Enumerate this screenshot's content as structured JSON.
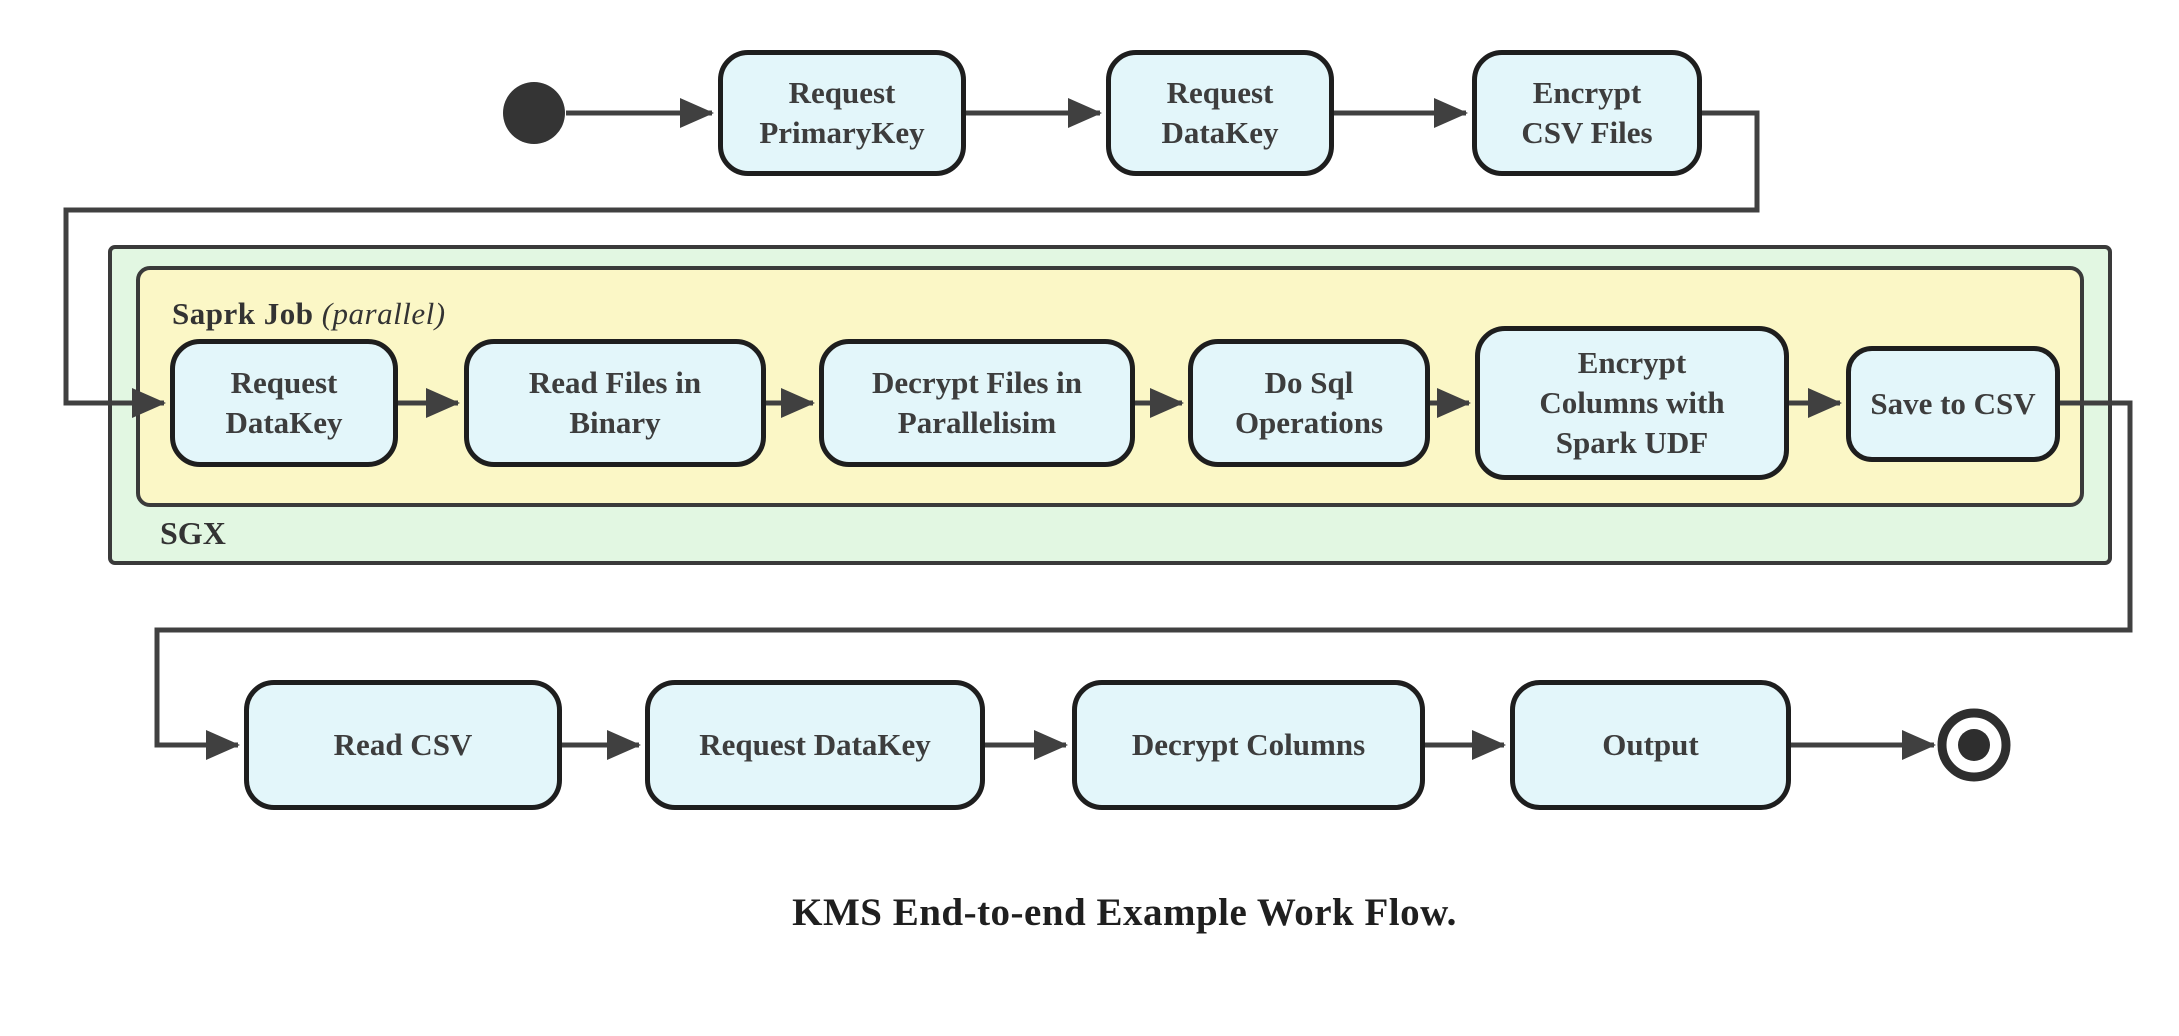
{
  "caption": "KMS End-to-end Example Work Flow.",
  "colors": {
    "node_fill": "#e3f6fa",
    "node_border": "#1e1e1e",
    "spark_container_fill": "#fbf7c6",
    "sgx_container_fill": "#e2f7e2",
    "container_border": "#3a3a3a",
    "edge": "#404040",
    "text": "#3d3d3d"
  },
  "icons": {
    "start": "filled-circle",
    "end": "bullseye-circle"
  },
  "containers": {
    "sgx": {
      "label": "SGX"
    },
    "spark_job": {
      "label": "Saprk Job",
      "label_suffix": "(parallel)"
    }
  },
  "flow": {
    "top_row": [
      {
        "label": "Request\nPrimaryKey"
      },
      {
        "label": "Request\nDataKey"
      },
      {
        "label": "Encrypt\nCSV Files"
      }
    ],
    "spark_row": [
      {
        "label": "Request\nDataKey"
      },
      {
        "label": "Read Files in\nBinary"
      },
      {
        "label": "Decrypt Files in\nParallelisim"
      },
      {
        "label": "Do Sql\nOperations"
      },
      {
        "label": "Encrypt\nColumns with\nSpark UDF"
      },
      {
        "label": "Save to CSV"
      }
    ],
    "bottom_row": [
      {
        "label": "Read CSV"
      },
      {
        "label": "Request DataKey"
      },
      {
        "label": "Decrypt Columns"
      },
      {
        "label": "Output"
      }
    ]
  }
}
